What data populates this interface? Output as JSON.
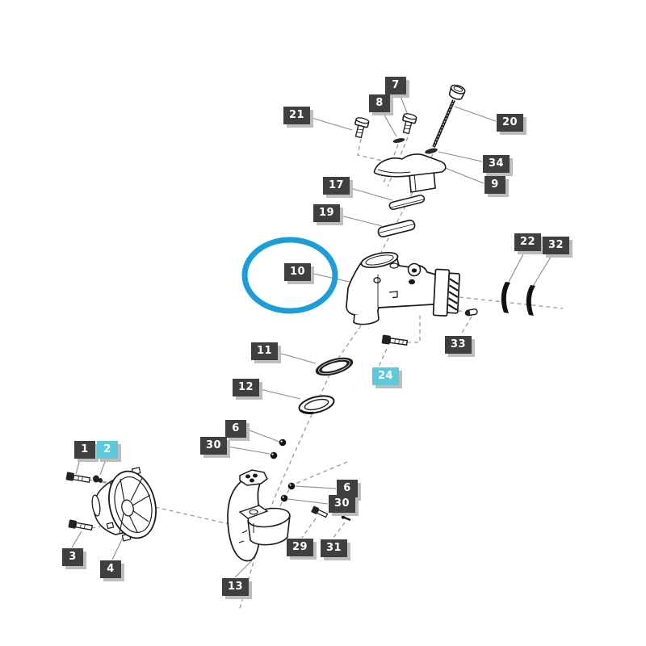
{
  "page": {
    "background": "#ffffff"
  },
  "diagram": {
    "type": "exploded-parts-diagram",
    "colors": {
      "label_bg": "#3f3f3f",
      "label_text": "#ffffff",
      "highlight_label_bg": "#5fc9dc",
      "circle_highlight": "#1b9ed8",
      "drawing_line": "#1a1a1a",
      "leader_line": "#8a8a8a"
    },
    "highlighted_labels": [
      "2",
      "24"
    ],
    "circled_label": "10",
    "labels": [
      {
        "id": "7",
        "text": "7"
      },
      {
        "id": "8",
        "text": "8"
      },
      {
        "id": "21",
        "text": "21"
      },
      {
        "id": "20",
        "text": "20"
      },
      {
        "id": "34",
        "text": "34"
      },
      {
        "id": "9",
        "text": "9"
      },
      {
        "id": "17",
        "text": "17"
      },
      {
        "id": "19",
        "text": "19"
      },
      {
        "id": "22",
        "text": "22"
      },
      {
        "id": "32",
        "text": "32"
      },
      {
        "id": "10",
        "text": "10"
      },
      {
        "id": "33",
        "text": "33"
      },
      {
        "id": "11",
        "text": "11"
      },
      {
        "id": "24",
        "text": "24"
      },
      {
        "id": "12",
        "text": "12"
      },
      {
        "id": "6a",
        "text": "6"
      },
      {
        "id": "30a",
        "text": "30"
      },
      {
        "id": "1",
        "text": "1"
      },
      {
        "id": "2",
        "text": "2"
      },
      {
        "id": "6b",
        "text": "6"
      },
      {
        "id": "30b",
        "text": "30"
      },
      {
        "id": "3",
        "text": "3"
      },
      {
        "id": "4",
        "text": "4"
      },
      {
        "id": "29",
        "text": "29"
      },
      {
        "id": "31",
        "text": "31"
      },
      {
        "id": "13",
        "text": "13"
      }
    ]
  }
}
